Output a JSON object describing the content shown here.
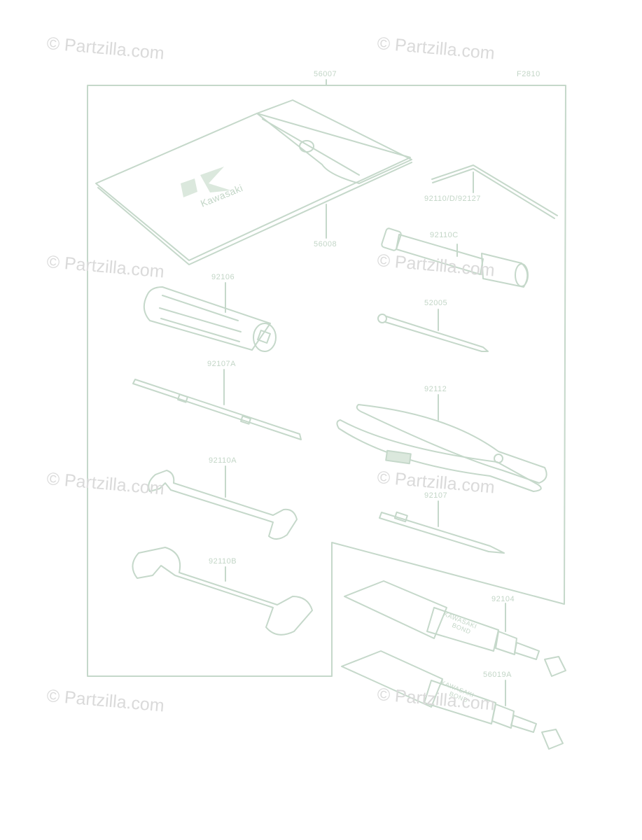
{
  "colors": {
    "line": "#c5d8ca",
    "label": "#c3d6c7",
    "watermark": "#dadada"
  },
  "watermark": "© Partzilla.com",
  "figure_code": "F2810",
  "parts": [
    {
      "id": "p-56007",
      "label": "56007"
    },
    {
      "id": "p-56008",
      "label": "56008"
    },
    {
      "id": "p-92110d",
      "label": "92110/D/92127"
    },
    {
      "id": "p-92110c",
      "label": "92110C"
    },
    {
      "id": "p-92106",
      "label": "92106"
    },
    {
      "id": "p-52005",
      "label": "52005"
    },
    {
      "id": "p-92107a",
      "label": "92107A"
    },
    {
      "id": "p-92112",
      "label": "92112"
    },
    {
      "id": "p-92110a",
      "label": "92110A"
    },
    {
      "id": "p-92107",
      "label": "92107"
    },
    {
      "id": "p-92110b",
      "label": "92110B"
    },
    {
      "id": "p-92104",
      "label": "92104"
    },
    {
      "id": "p-56019a",
      "label": "56019A"
    }
  ],
  "pouch_text": "Kawasaki",
  "tube_text": [
    "KAWASAKI",
    "BOND"
  ]
}
